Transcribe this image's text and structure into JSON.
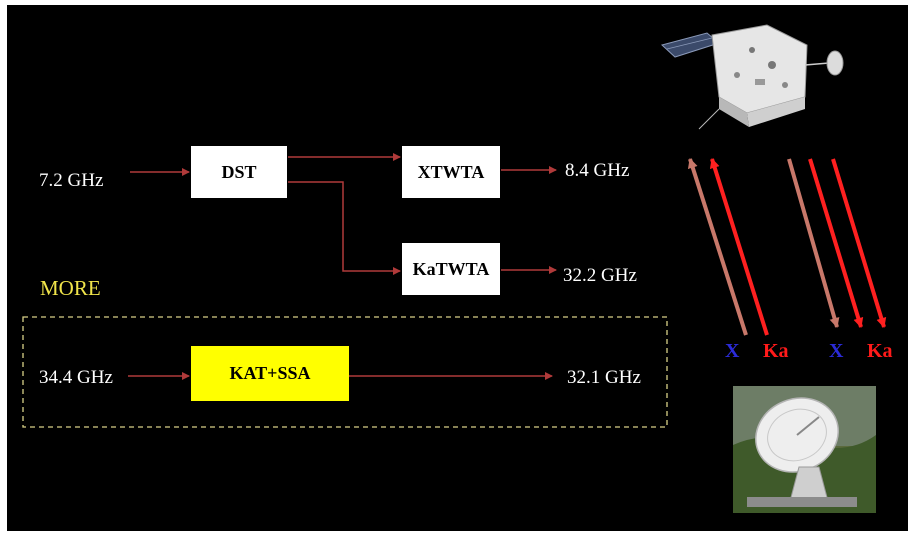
{
  "colors": {
    "background": "#000000",
    "arrow": "#b03a3a",
    "more_text": "#f0e44a",
    "more_border": "#d8d088",
    "kat_box": "#ffff00",
    "band_x": "#2b2bd8",
    "band_ka": "#ff1a1a",
    "uplink_arrow": "#c8786a",
    "downlink_ka": "#ff2020"
  },
  "diagram": {
    "inputs": {
      "uplink_x": "7.2 GHz",
      "uplink_ka": "34.4 GHz"
    },
    "blocks": {
      "dst": "DST",
      "xtwta": "XTWTA",
      "katwta": "KaTWTA",
      "kat_ssa": "KAT+SSA"
    },
    "outputs": {
      "x_down": "8.4 GHz",
      "ka_down": "32.2 GHz",
      "ka_more_down": "32.1 GHz"
    },
    "more_label": "MORE"
  },
  "links": {
    "bands": [
      "X",
      "Ka",
      "X",
      "Ka"
    ]
  },
  "images": {
    "spacecraft": "spacecraft-icon",
    "antenna": "ground-antenna-icon"
  }
}
